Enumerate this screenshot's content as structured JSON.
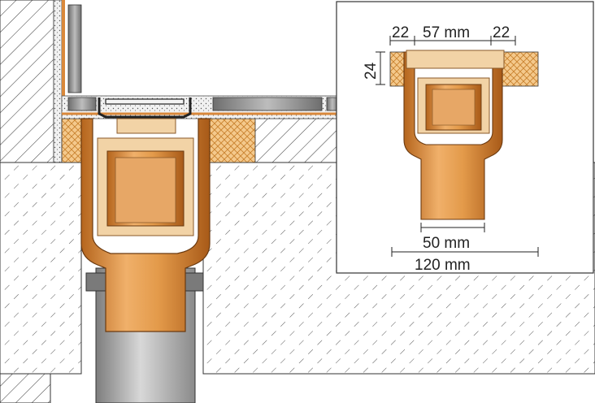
{
  "detail": {
    "dim_left": "22",
    "dim_center": "57 mm",
    "dim_right": "22",
    "dim_height": "24",
    "dim_outlet": "50 mm",
    "dim_body": "120 mm"
  },
  "colors": {
    "drain_copper": "#d98a3a",
    "drain_light": "#f2d3a6",
    "insulation": "#f4c98c",
    "concrete_hatch": "#555555",
    "pipe_grey": "#9a9a9a",
    "tile_grey": "#8c8c8c"
  }
}
